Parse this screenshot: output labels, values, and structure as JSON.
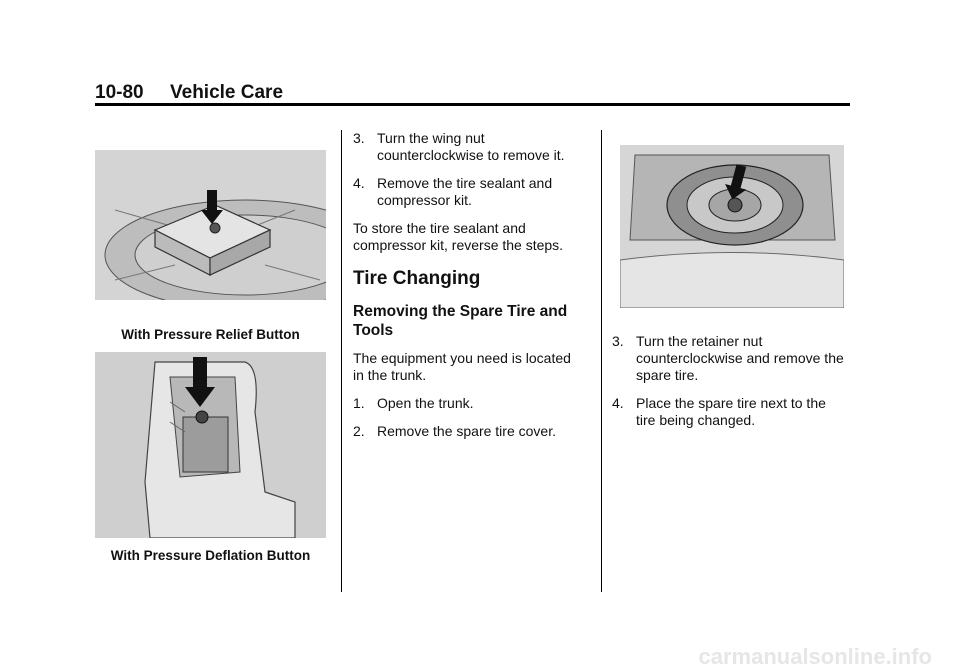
{
  "header": {
    "page_number": "10-80",
    "section_title": "Vehicle Care"
  },
  "left": {
    "fig1_caption": "With Pressure Relief Button",
    "fig2_caption": "With Pressure Deflation Button"
  },
  "middle": {
    "steps_a": [
      {
        "num": "3.",
        "text": "Turn the wing nut counterclockwise to remove it."
      },
      {
        "num": "4.",
        "text": "Remove the tire sealant and compressor kit."
      }
    ],
    "para_store": "To store the tire sealant and compressor kit, reverse the steps.",
    "heading": "Tire Changing",
    "subheading": "Removing the Spare Tire and Tools",
    "para_equipment": "The equipment you need is located in the trunk.",
    "steps_b": [
      {
        "num": "1.",
        "text": "Open the trunk."
      },
      {
        "num": "2.",
        "text": "Remove the spare tire cover."
      }
    ]
  },
  "right": {
    "steps": [
      {
        "num": "3.",
        "text": "Turn the retainer nut counterclockwise and remove the spare tire."
      },
      {
        "num": "4.",
        "text": "Place the spare tire next to the tire being changed."
      }
    ]
  },
  "footer": {
    "watermark": "carmanualsonline.info"
  }
}
